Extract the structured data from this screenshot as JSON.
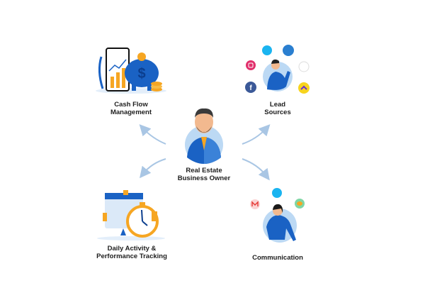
{
  "center": {
    "line1": "Real Estate",
    "line2": "Business Owner"
  },
  "nodes": {
    "cash_flow": {
      "line1": "Cash Flow",
      "line2": "Management"
    },
    "lead_sources": {
      "line1": "Lead",
      "line2": "Sources"
    },
    "daily_activity": {
      "line1": "Daily Activity &",
      "line2": "Performance Tracking"
    },
    "communication": {
      "line1": "Communication"
    }
  },
  "colors": {
    "arrow": "#a9c6e4",
    "blue": "#1a62c4",
    "light_blue": "#bcd9f4",
    "orange": "#f6a623",
    "text": "#1d1d1d"
  },
  "icons": [
    "piggy-bank-icon",
    "phone-chart-icon",
    "coins-icon",
    "instagram-icon",
    "facebook-icon",
    "phone-call-icon",
    "99acres-icon",
    "magicbricks-icon",
    "housing-icon",
    "calendar-icon",
    "stopwatch-icon",
    "gmail-icon",
    "microphone-icon",
    "chat-icon"
  ]
}
